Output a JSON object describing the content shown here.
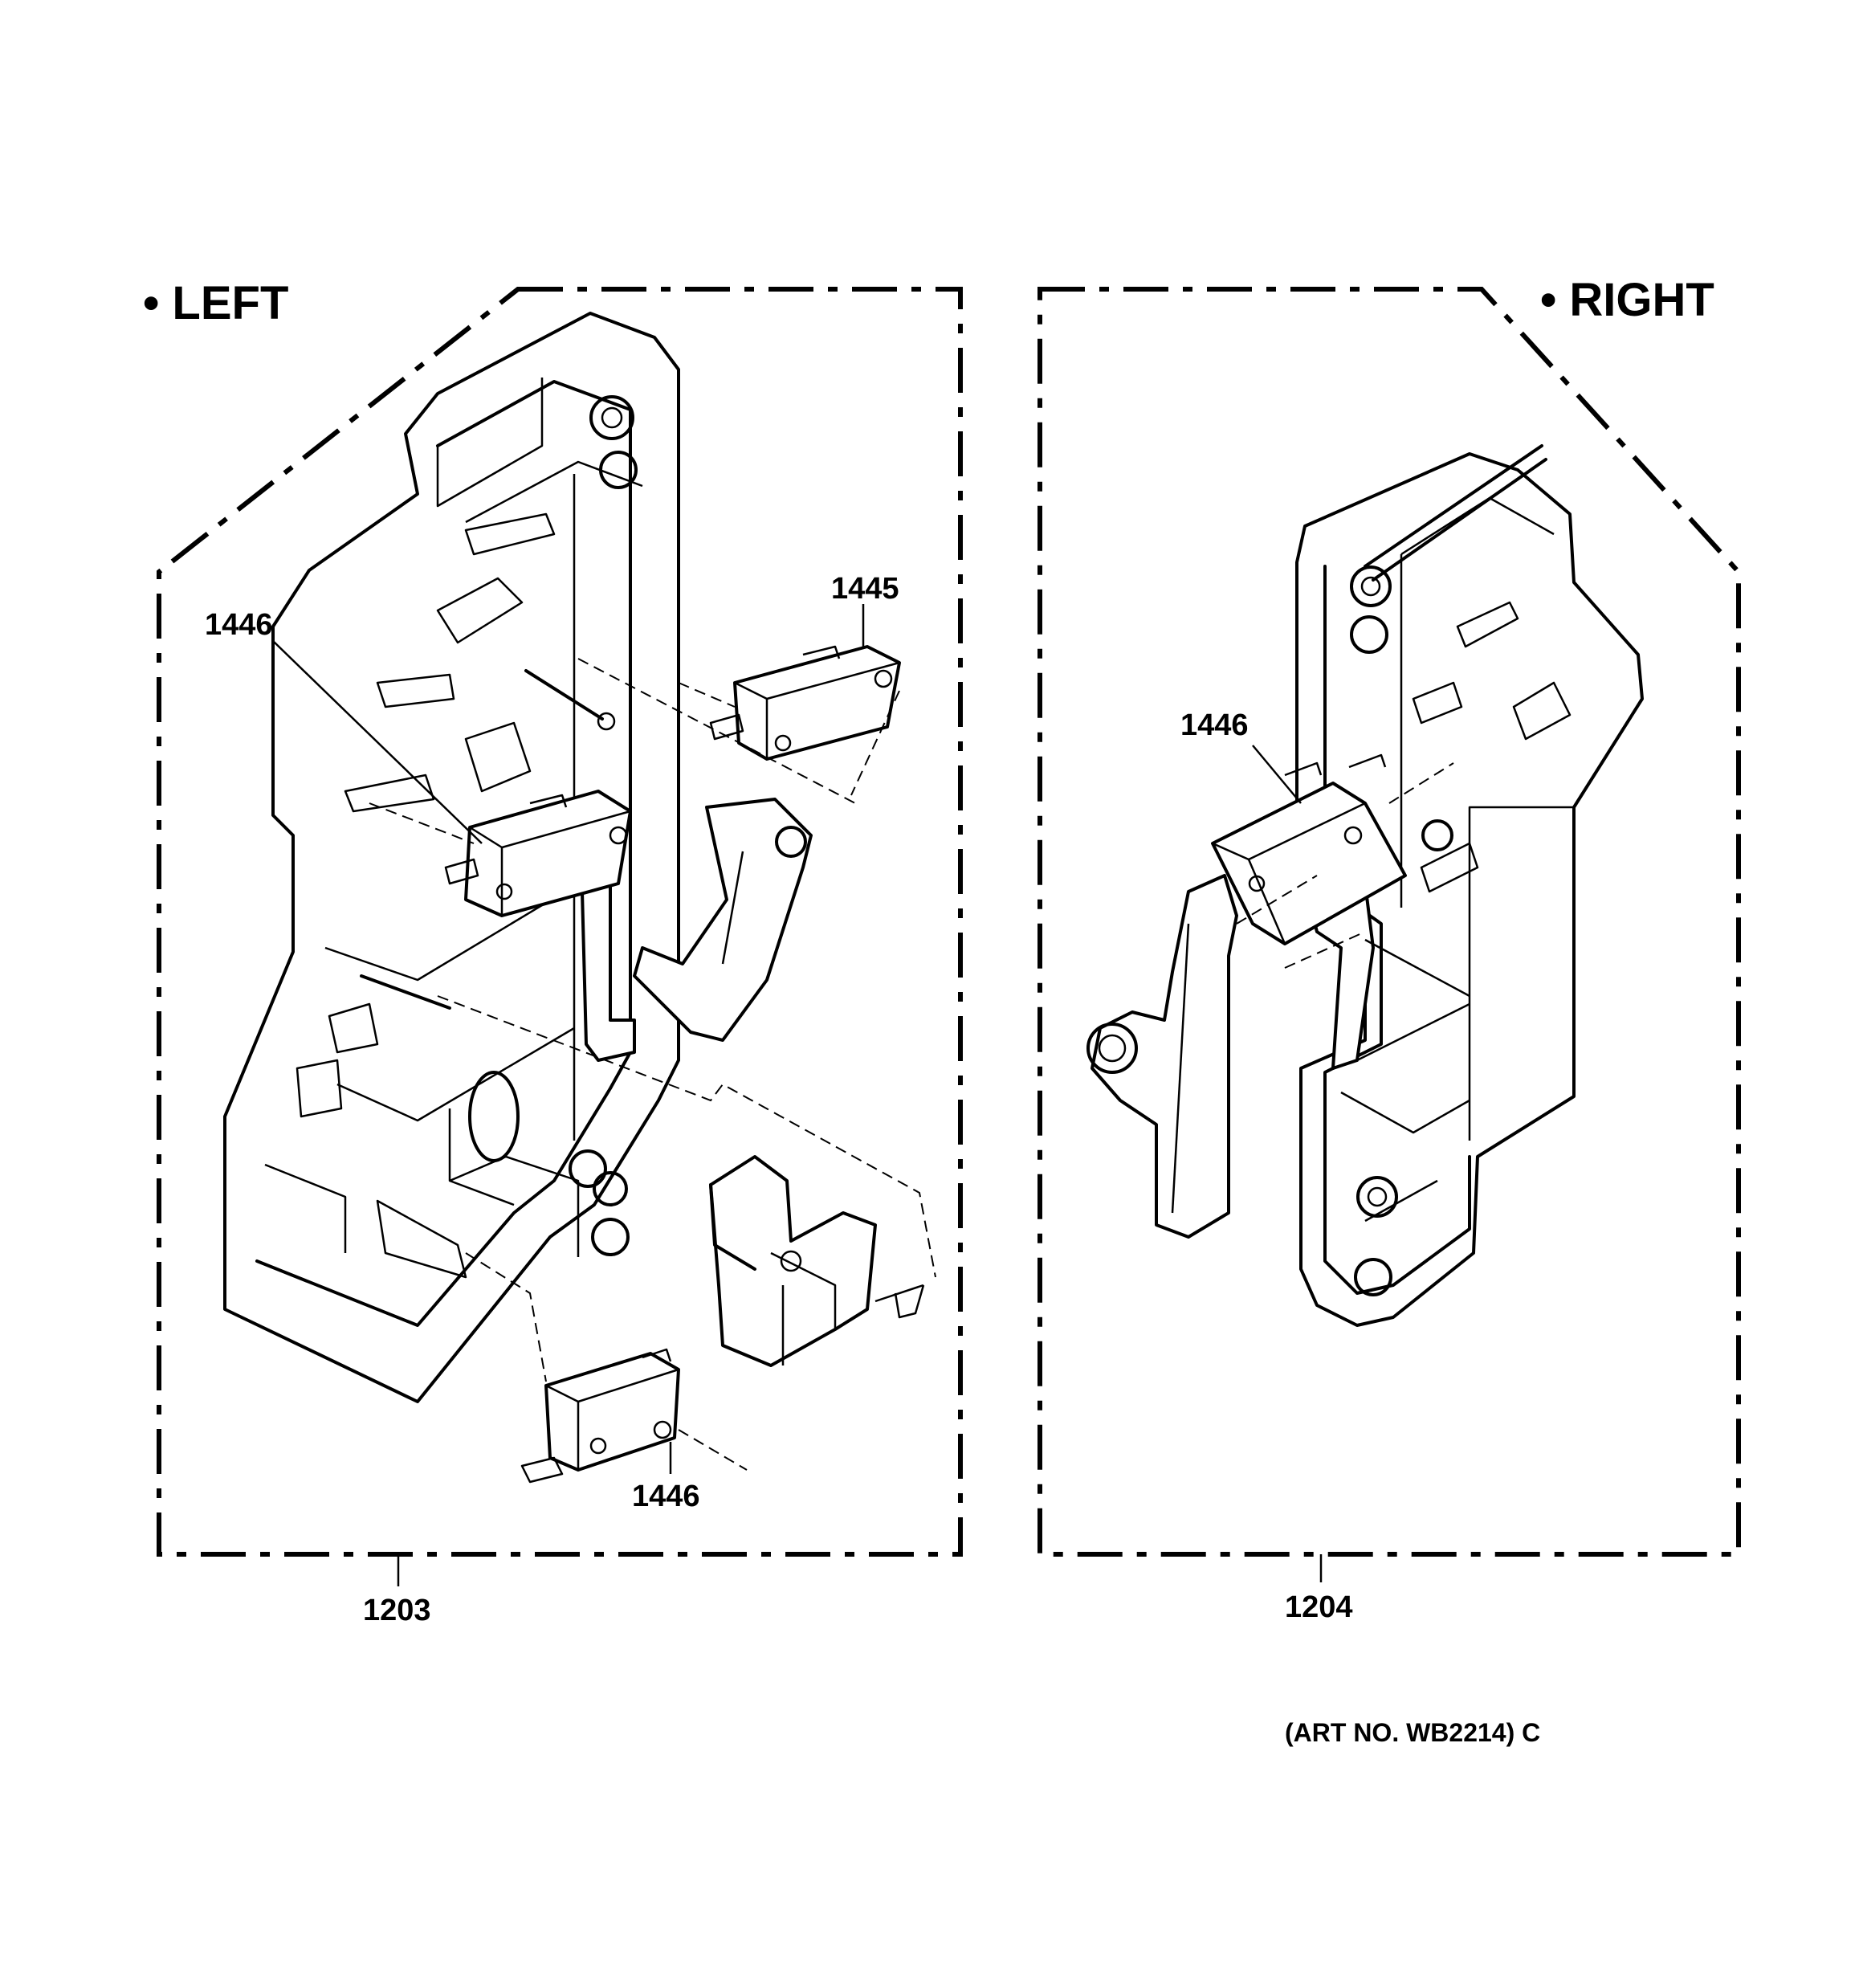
{
  "panels": {
    "left": {
      "heading": "• LEFT",
      "assembly_number": "1203"
    },
    "right": {
      "heading": "• RIGHT",
      "assembly_number": "1204"
    }
  },
  "callouts": {
    "left_switch_upper": "1446",
    "left_switch_right": "1445",
    "left_switch_bottom": "1446",
    "right_switch": "1446"
  },
  "art_number": "(ART NO. WB2214) C"
}
